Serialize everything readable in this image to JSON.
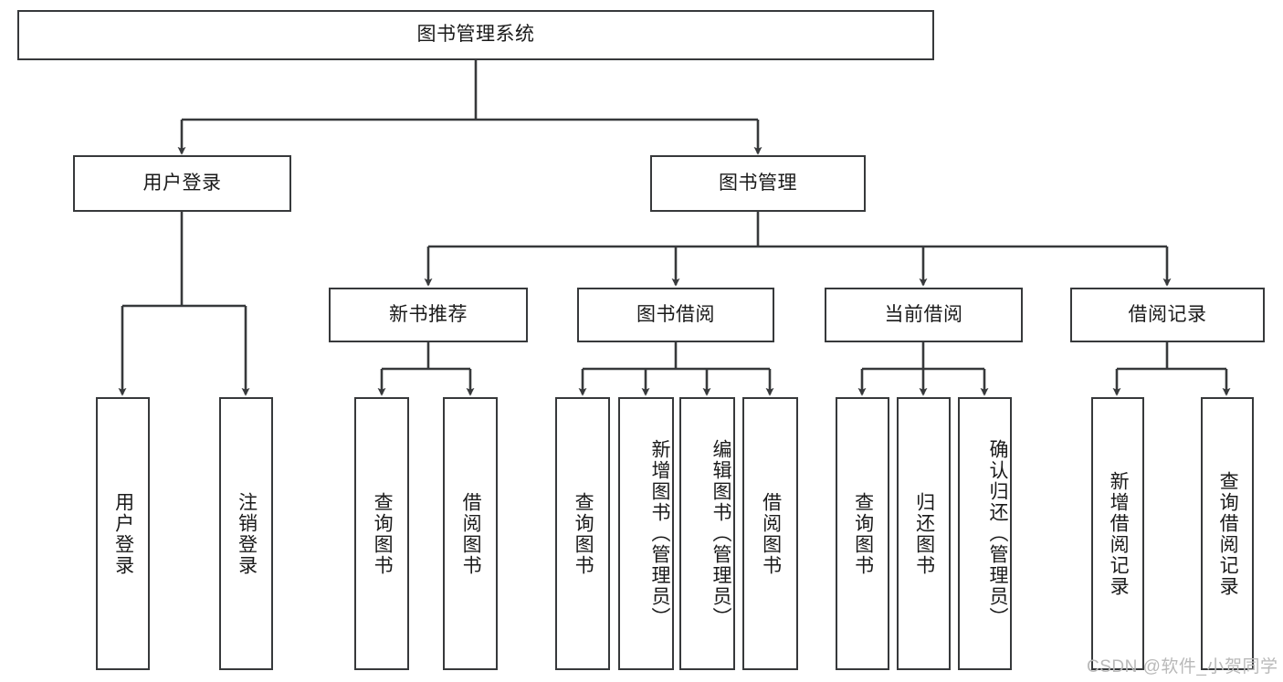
{
  "diagram": {
    "title": "图书管理系统",
    "watermark": "CSDN @软件_小贺同学",
    "edge_color": "#37393b",
    "box_border_color": "#37393b",
    "box_fill": "#ffffff",
    "text_color": "#1a1a1a"
  },
  "nodes": {
    "root": {
      "label": "图书管理系统"
    },
    "level2": [
      {
        "id": "user-login",
        "label": "用户登录"
      },
      {
        "id": "book-manage",
        "label": "图书管理"
      }
    ],
    "level3": [
      {
        "id": "new-book-recommend",
        "label": "新书推荐"
      },
      {
        "id": "book-borrow",
        "label": "图书借阅"
      },
      {
        "id": "current-borrow",
        "label": "当前借阅"
      },
      {
        "id": "borrow-record",
        "label": "借阅记录"
      }
    ],
    "leaves": {
      "user_login": [
        {
          "id": "leaf-user-login",
          "label": "用户登录"
        },
        {
          "id": "leaf-logout-login",
          "label": "注销登录"
        }
      ],
      "new_book_recommend": [
        {
          "id": "leaf-query-book-1",
          "label": "查询图书"
        },
        {
          "id": "leaf-borrow-book-1",
          "label": "借阅图书"
        }
      ],
      "book_borrow": [
        {
          "id": "leaf-query-book-2",
          "label": "查询图书"
        },
        {
          "id": "leaf-add-book",
          "label": "新增图书（管理员）"
        },
        {
          "id": "leaf-edit-book",
          "label": "编辑图书（管理员）"
        },
        {
          "id": "leaf-borrow-book-2",
          "label": "借阅图书"
        }
      ],
      "current_borrow": [
        {
          "id": "leaf-query-book-3",
          "label": "查询图书"
        },
        {
          "id": "leaf-return-book",
          "label": "归还图书"
        },
        {
          "id": "leaf-confirm-return",
          "label": "确认归还（管理员）"
        }
      ],
      "borrow_record": [
        {
          "id": "leaf-add-record",
          "label": "新增借阅记录"
        },
        {
          "id": "leaf-query-record",
          "label": "查询借阅记录"
        }
      ]
    }
  },
  "chart_data": {
    "type": "tree-diagram",
    "title": "图书管理系统",
    "hierarchy": [
      {
        "label": "图书管理系统",
        "children": [
          {
            "label": "用户登录",
            "children": [
              {
                "label": "用户登录"
              },
              {
                "label": "注销登录"
              }
            ]
          },
          {
            "label": "图书管理",
            "children": [
              {
                "label": "新书推荐",
                "children": [
                  {
                    "label": "查询图书"
                  },
                  {
                    "label": "借阅图书"
                  }
                ]
              },
              {
                "label": "图书借阅",
                "children": [
                  {
                    "label": "查询图书"
                  },
                  {
                    "label": "新增图书（管理员）"
                  },
                  {
                    "label": "编辑图书（管理员）"
                  },
                  {
                    "label": "借阅图书"
                  }
                ]
              },
              {
                "label": "当前借阅",
                "children": [
                  {
                    "label": "查询图书"
                  },
                  {
                    "label": "归还图书"
                  },
                  {
                    "label": "确认归还（管理员）"
                  }
                ]
              },
              {
                "label": "借阅记录",
                "children": [
                  {
                    "label": "新增借阅记录"
                  },
                  {
                    "label": "查询借阅记录"
                  }
                ]
              }
            ]
          }
        ]
      }
    ]
  }
}
